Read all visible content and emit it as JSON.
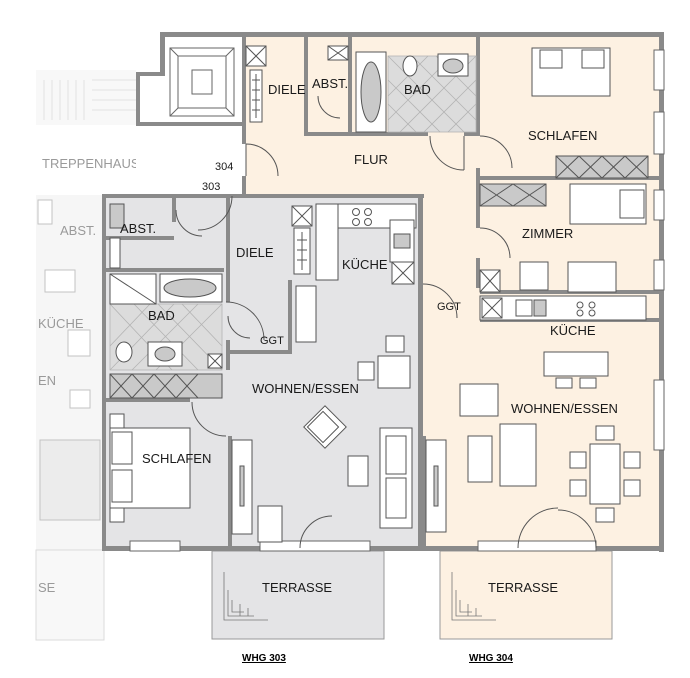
{
  "colors": {
    "unit_303_floor": "#e4e4e6",
    "unit_304_floor": "#fdf1e2",
    "wall": "#8a8a8a",
    "background": "#ffffff"
  },
  "rooms": {
    "treppenhaus": "TREPPENHAUS",
    "unit_303": {
      "abstellraum": "ABST.",
      "diele": "DIELE",
      "kueche": "KÜCHE",
      "bad": "BAD",
      "ggt": "GGT",
      "wohnen_essen": "WOHNEN/ESSEN",
      "schlafen": "SCHLAFEN",
      "terrasse": "TERRASSE"
    },
    "unit_304": {
      "diele": "DIELE",
      "abstellraum": "ABST.",
      "bad": "BAD",
      "flur": "FLUR",
      "schlafen": "SCHLAFEN",
      "zimmer": "ZIMMER",
      "ggt": "GGT",
      "kueche": "KÜCHE",
      "wohnen_essen": "WOHNEN/ESSEN",
      "terrasse": "TERRASSE"
    },
    "neighbor": {
      "abstellraum": "ABST.",
      "kueche": "KÜCHE",
      "en": "EN",
      "se": "SE"
    }
  },
  "door_numbers": {
    "unit_304": "304",
    "unit_303": "303"
  },
  "unit_links": {
    "unit_303": "WHG 303",
    "unit_304": "WHG 304"
  }
}
